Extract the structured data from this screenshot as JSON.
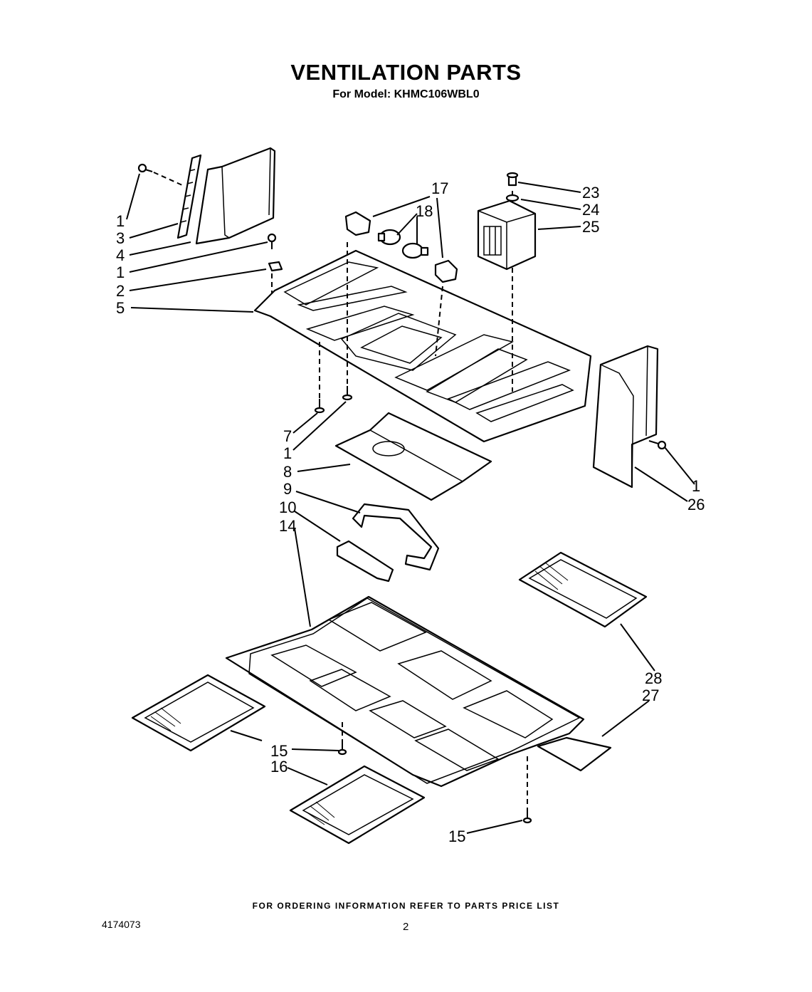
{
  "header": {
    "title": "VENTILATION PARTS",
    "subtitle": "For Model: KHMC106WBL0"
  },
  "footer": {
    "note": "FOR ORDERING INFORMATION REFER TO PARTS PRICE LIST",
    "doc_number": "4174073",
    "page_number": "2"
  },
  "callouts": {
    "c1a": "1",
    "c3": "3",
    "c4": "4",
    "c1b": "1",
    "c2": "2",
    "c5": "5",
    "c17": "17",
    "c18": "18",
    "c23": "23",
    "c24": "24",
    "c25": "25",
    "c7": "7",
    "c1c": "1",
    "c8": "8",
    "c1d": "1",
    "c26": "26",
    "c9": "9",
    "c10": "10",
    "c14": "14",
    "c28": "28",
    "c27": "27",
    "c15a": "15",
    "c16": "16",
    "c15b": "15"
  }
}
